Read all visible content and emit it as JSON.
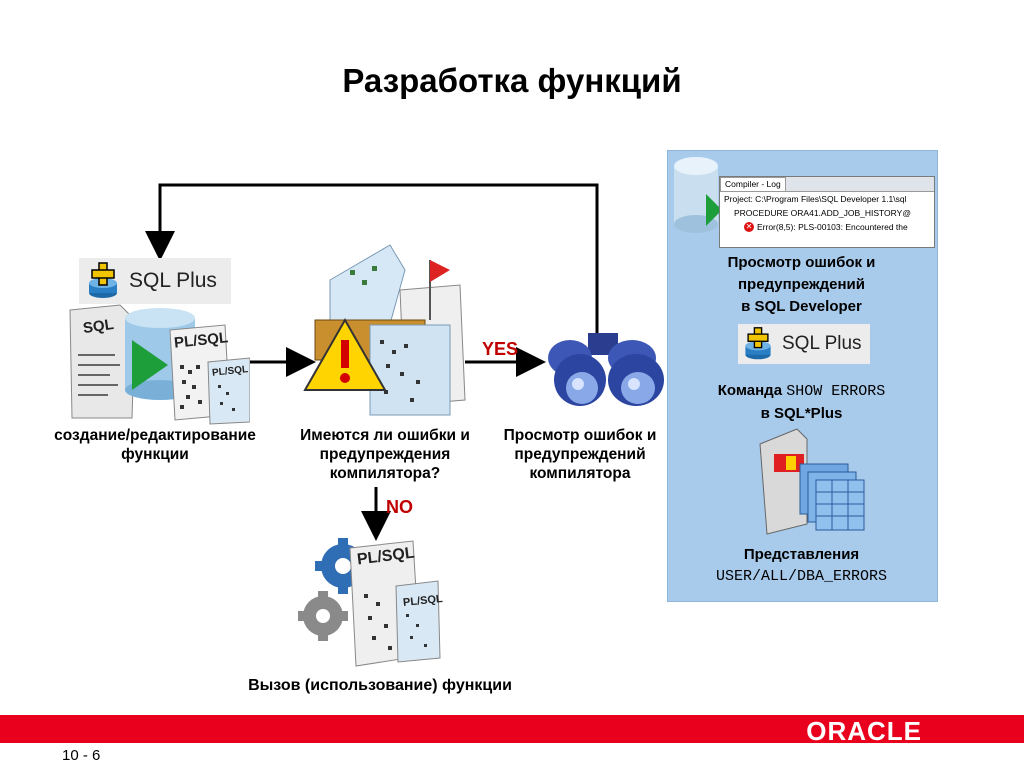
{
  "title": "Разработка функций",
  "left_box": {
    "logo_text": "SQL Plus",
    "doc_sql_label": "SQL",
    "doc_plsql_label": "PL/SQL",
    "doc_plsql_small": "PL/SQL",
    "caption_line1": "создание/редактирование",
    "caption_line2": "функции"
  },
  "middle": {
    "caption_line1": "Имеются ли ошибки и",
    "caption_line2": "предупреждения",
    "caption_line3": "компилятора?"
  },
  "right_step": {
    "caption_line1": "Просмотр ошибок и",
    "caption_line2": "предупреждений",
    "caption_line3": "компилятора"
  },
  "yes_label": "YES",
  "no_label": "NO",
  "bottom": {
    "doc_plsql_label": "PL/SQL",
    "doc_plsql_small": "PL/SQL",
    "caption": "Вызов (использование) функции"
  },
  "panel": {
    "log": {
      "tab": "Compiler - Log",
      "line1": "Project: C:\\Program Files\\SQL Developer 1.1\\sql",
      "line2": "PROCEDURE ORA41.ADD_JOB_HISTORY@",
      "line3": "Error(8,5): PLS-00103: Encountered the"
    },
    "sqldev_line1": "Просмотр ошибок и",
    "sqldev_line2": "предупреждений",
    "sqldev_line3": "в SQL Developer",
    "logo_text": "SQL Plus",
    "cmd_prefix": "Команда",
    "cmd_code": "SHOW ERRORS",
    "cmd_line2": "в SQL*Plus",
    "views_line1": "Представления",
    "views_code": "USER/ALL/DBA_ERRORS"
  },
  "footer": {
    "brand": "ORACLE",
    "page": "10 - 6"
  },
  "colors": {
    "accent_red": "#e8001c",
    "panel_blue": "#a9cbeb",
    "yes_no": "#c00000",
    "arrow_green": "#1e9e3a"
  }
}
